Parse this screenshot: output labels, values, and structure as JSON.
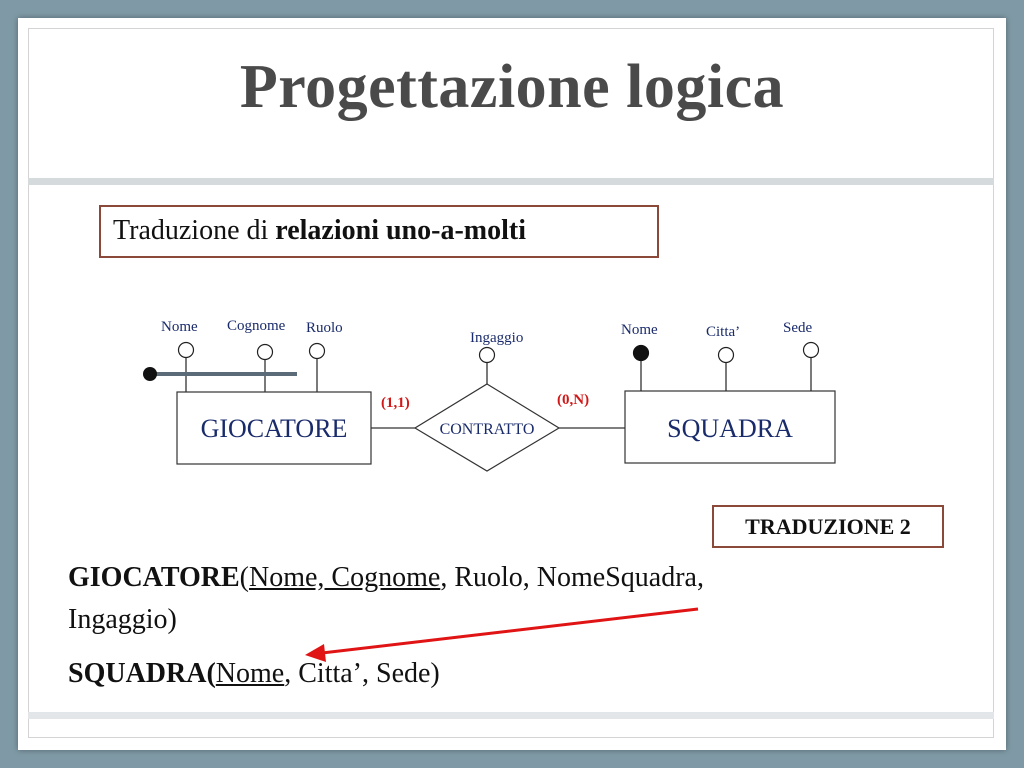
{
  "slide": {
    "title": "Progettazione logica",
    "subtitle_prefix": "Traduzione di ",
    "subtitle_bold": "relazioni uno-a-molti"
  },
  "diagram": {
    "entity_left": {
      "name": "GIOCATORE",
      "attributes": [
        "Nome",
        "Cognome",
        "Ruolo"
      ]
    },
    "relationship": {
      "name": "CONTRATTO",
      "attribute": "Ingaggio",
      "card_left": "(1,1)",
      "card_right": "(0,N)"
    },
    "entity_right": {
      "name": "SQUADRA",
      "attributes": [
        "Nome",
        "Citta’",
        "Sede"
      ]
    }
  },
  "badge": "TRADUZIONE 2",
  "schema": {
    "giocatore": {
      "table": "GIOCATORE",
      "open": "(",
      "key": "Nome, Cognome",
      "rest_line1": ", Ruolo, NomeSquadra,",
      "rest_line2": "Ingaggio)"
    },
    "squadra": {
      "table": "SQUADRA",
      "open": "(",
      "key": "Nome",
      "rest": ", Citta’, Sede)"
    }
  },
  "colors": {
    "background": "#7f9aa6",
    "title": "#4a4a4a",
    "box_border": "#8b4a39",
    "diagram_text": "#1a2b6b",
    "cardinality": "#d01818",
    "arrow": "#e01414"
  }
}
